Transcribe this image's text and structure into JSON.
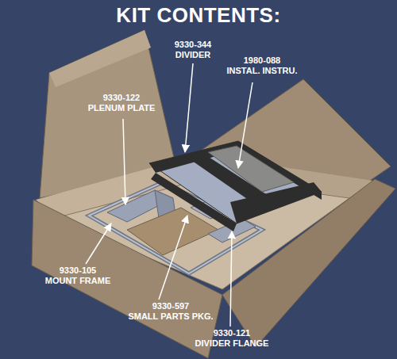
{
  "diagram": {
    "title": "KIT CONTENTS:",
    "labels": [
      "9330-344",
      "DIVIDER",
      "1980-088",
      "INSTAL. INSTRU.",
      "9330-122",
      "PLENUM PLATE",
      "9330-105",
      "MOUNT FRAME",
      "9330-597",
      "SMALL PARTS PKG.",
      "9330-121",
      "DIVIDER FLANGE"
    ]
  }
}
